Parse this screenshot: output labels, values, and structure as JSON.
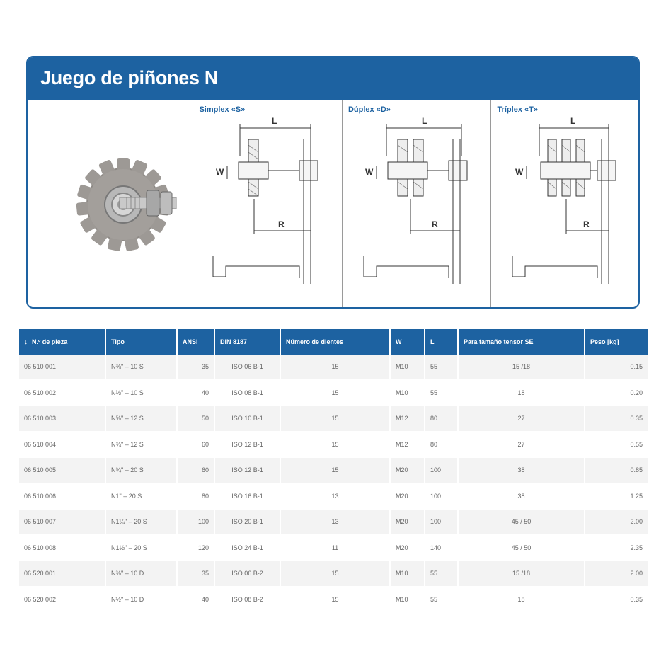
{
  "header": {
    "title": "Juego de piñones N"
  },
  "diagrams": [
    {
      "title": "Simplex «S»",
      "dim_l": "L",
      "dim_w": "W",
      "dim_r": "R"
    },
    {
      "title": "Dúplex «D»",
      "dim_l": "L",
      "dim_w": "W",
      "dim_r": "R"
    },
    {
      "title": "Tríplex «T»",
      "dim_l": "L",
      "dim_w": "W",
      "dim_r": "R"
    }
  ],
  "colors": {
    "brand": "#1d62a1",
    "row_alt": "#f3f3f3"
  },
  "table": {
    "headers": [
      "N.º de pieza",
      "Tipo",
      "ANSI",
      "DIN 8187",
      "Número de dientes",
      "W",
      "L",
      "Para tamaño tensor SE",
      "Peso [kg]"
    ],
    "rows": [
      [
        "06 510 001",
        "N⅜\" – 10 S",
        "35",
        "ISO 06 B-1",
        "15",
        "M10",
        "55",
        "15 /18",
        "0.15"
      ],
      [
        "06 510 002",
        "N½\" – 10 S",
        "40",
        "ISO 08 B-1",
        "15",
        "M10",
        "55",
        "18",
        "0.20"
      ],
      [
        "06 510 003",
        "N⅝\" – 12 S",
        "50",
        "ISO 10 B-1",
        "15",
        "M12",
        "80",
        "27",
        "0.35"
      ],
      [
        "06 510 004",
        "N¾\" – 12 S",
        "60",
        "ISO 12 B-1",
        "15",
        "M12",
        "80",
        "27",
        "0.55"
      ],
      [
        "06 510 005",
        "N¾\" – 20 S",
        "60",
        "ISO 12 B-1",
        "15",
        "M20",
        "100",
        "38",
        "0.85"
      ],
      [
        "06 510 006",
        "N1\" – 20 S",
        "80",
        "ISO 16 B-1",
        "13",
        "M20",
        "100",
        "38",
        "1.25"
      ],
      [
        "06 510 007",
        "N1¼\" – 20 S",
        "100",
        "ISO 20 B-1",
        "13",
        "M20",
        "100",
        "45 / 50",
        "2.00"
      ],
      [
        "06 510 008",
        "N1½\" – 20 S",
        "120",
        "ISO 24 B-1",
        "11",
        "M20",
        "140",
        "45 / 50",
        "2.35"
      ],
      [
        "06 520 001",
        "N⅜\" – 10 D",
        "35",
        "ISO 06 B-2",
        "15",
        "M10",
        "55",
        "15 /18",
        "2.00"
      ],
      [
        "06 520 002",
        "N½\" – 10 D",
        "40",
        "ISO 08 B-2",
        "15",
        "M10",
        "55",
        "18",
        "0.35"
      ]
    ]
  }
}
